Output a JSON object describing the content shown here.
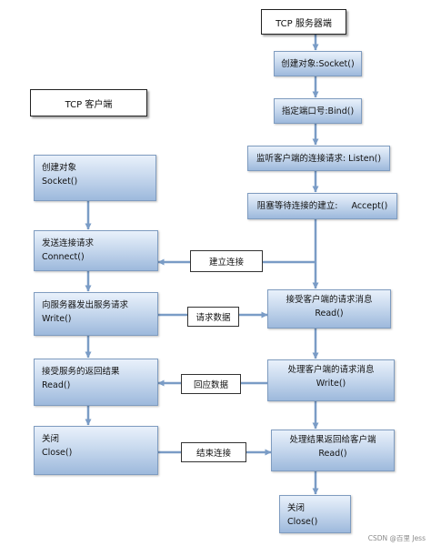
{
  "headers": {
    "server": "TCP 服务器端",
    "client": "TCP 客户端"
  },
  "server_steps": [
    {
      "l1": "创建对象:Socket()"
    },
    {
      "l1": "指定端口号:Bind()"
    },
    {
      "l1": "监听客户端的连接请求: Listen()"
    },
    {
      "l1": "阻塞等待连接的建立:     Accept()"
    },
    {
      "l1": "接受客户端的请求消息",
      "l2": "Read()"
    },
    {
      "l1": "处理客户端的请求消息",
      "l2": "Write()"
    },
    {
      "l1": "处理结果返回给客户端",
      "l2": "Read()"
    },
    {
      "l1": "关闭",
      "l2": "Close()"
    }
  ],
  "client_steps": [
    {
      "l1": "创建对象",
      "l2": "Socket()"
    },
    {
      "l1": "发送连接请求",
      "l2": "Connect()"
    },
    {
      "l1": "向服务器发出服务请求",
      "l2": "Write()"
    },
    {
      "l1": "接受服务的返回结果",
      "l2": "Read()"
    },
    {
      "l1": "关闭",
      "l2": "Close()"
    }
  ],
  "exchanges": {
    "connect": "建立连接",
    "request": "请求数据",
    "response": "回应数据",
    "close": "结束连接"
  },
  "watermark": "CSDN @百里 Jess",
  "colors": {
    "box_border": "#7f9cc0",
    "box_fill_top": "#e9f1fb",
    "box_fill_bottom": "#9db9dc",
    "arrow": "#7a9cc6"
  }
}
